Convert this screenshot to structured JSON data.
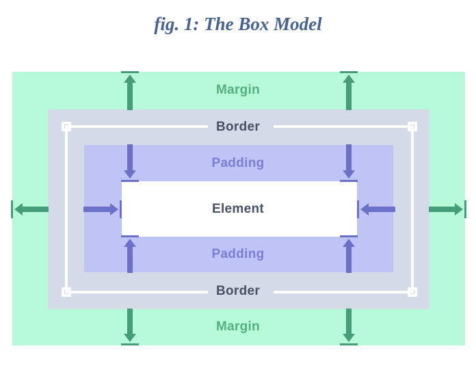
{
  "title": "fig. 1: The Box Model",
  "diagram": {
    "labels": {
      "margin_top": "Margin",
      "border_top": "Border",
      "padding_top": "Padding",
      "element": "Element",
      "padding_bottom": "Padding",
      "border_bottom": "Border",
      "margin_bottom": "Margin"
    },
    "colors": {
      "title_text": "#47628f",
      "margin_bg": "#b7fad9",
      "margin_text": "#55af85",
      "margin_arrow": "#459e79",
      "border_bg": "#d5dae8",
      "border_text": "#485265",
      "border_outline": "#ffffff",
      "padding_bg": "#bfc3f6",
      "padding_text": "#7a7fd4",
      "padding_arrow": "#6c71c8",
      "element_bg": "#ffffff",
      "element_text": "#485265"
    }
  }
}
